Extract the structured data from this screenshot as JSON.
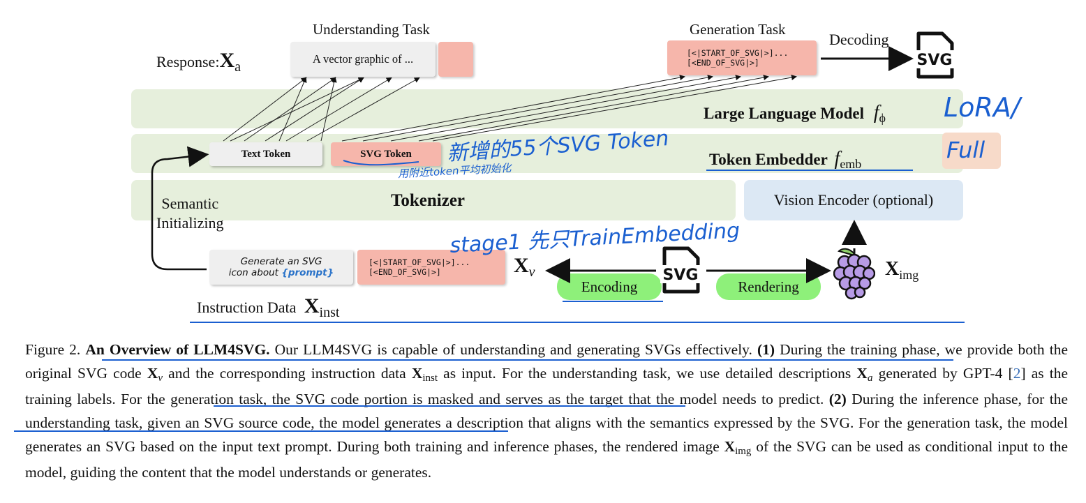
{
  "diagram": {
    "understanding_task_label": "Understanding Task",
    "generation_task_label": "Generation Task",
    "response_label": "Response:",
    "response_symbol": "X",
    "response_sub": "a",
    "response_text": "A vector graphic of ...",
    "gen_token_line1": "[<|START_OF_SVG|>]...",
    "gen_token_line2": "[<END_OF_SVG|>]",
    "decoding_label": "Decoding",
    "svg_icon_text": "SVG",
    "llm_label": "Large Language Model",
    "llm_symbol": "f",
    "llm_sub": "ϕ",
    "text_token_label": "Text Token",
    "svg_token_label": "SVG Token",
    "embedder_label": "Token Embedder",
    "embedder_symbol": "f",
    "embedder_sub": "emb",
    "tokenizer_label": "Tokenizer",
    "vision_encoder_label": "Vision Encoder (optional)",
    "semantic_label_line1": "Semantic",
    "semantic_label_line2": "Initializing",
    "instr_line1": "Generate an SVG",
    "instr_line2a": "icon about ",
    "instr_prompt": "{prompt}",
    "instr_tok_line1": "[<|START_OF_SVG|>]...",
    "instr_tok_line2": "[<END_OF_SVG|>]",
    "xv_symbol": "X",
    "xv_sub": "v",
    "encoding_label": "Encoding",
    "rendering_label": "Rendering",
    "ximg_symbol": "X",
    "ximg_sub": "img",
    "instruction_data_label": "Instruction Data",
    "xinst_symbol": "X",
    "xinst_sub": "inst",
    "annotations": {
      "lora": "LoRA/",
      "full": "Full",
      "new_tokens": "新增的55个SVG Token",
      "init_note": "用附近token平均初始化",
      "stage1": "stage1 先只TrainEmbedding"
    }
  },
  "caption": {
    "figure_label": "Figure 2.",
    "title": "An Overview of LLM4SVG.",
    "s1": " Our LLM4SVG is capable of understanding and generating SVGs effectively. ",
    "p1": "(1)",
    "s2": " During the training phase, we provide both the original SVG code ",
    "s3": " and the corresponding instruction data ",
    "s4": " as input. For the understanding task, we use detailed descriptions ",
    "s5": " generated by GPT-4 [",
    "ref": "2",
    "s6": "] as the training labels. For the generation task, the SVG code portion is masked and serves as the target that the model needs to predict. ",
    "p2": "(2)",
    "s7": " During the inference phase, for the understanding task, given an SVG source code, the model generates a description that aligns with the semantics expressed by the SVG. For the generation task, the model generates an SVG based on the input text prompt. During both training and inference phases, the rendered image ",
    "s8": " of the SVG can be used as conditional input to the model, guiding the content that the model understands or generates.",
    "sym_X": "X",
    "sub_v": "v",
    "sub_inst": "inst",
    "sub_a": "a",
    "sub_img": "img"
  },
  "colors": {
    "green_band": "#e6efdc",
    "blue_box": "#dce8f4",
    "token_red": "#f6b6ab",
    "token_gray": "#efefef",
    "pill_green": "#8ef07a",
    "ink_blue": "#1a5fd0",
    "ref_blue": "#3a6fb8"
  },
  "icons": [
    "svg-file-icon",
    "grapes-icon"
  ]
}
